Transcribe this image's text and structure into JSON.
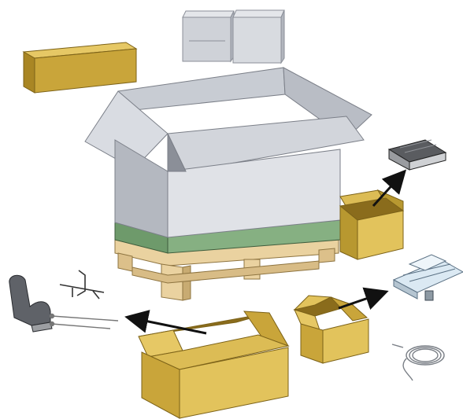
{
  "diagram": {
    "labels": [],
    "parts": [
      {
        "name": "small-grey-boxes-pair"
      },
      {
        "name": "loose-box-lid"
      },
      {
        "name": "large-open-grey-crate"
      },
      {
        "name": "green-pallet-skid"
      },
      {
        "name": "wooden-pallet"
      },
      {
        "name": "small-open-box-right"
      },
      {
        "name": "dark-device-module"
      },
      {
        "name": "wire-shelf-tray"
      },
      {
        "name": "small-open-box-front"
      },
      {
        "name": "coiled-cable"
      },
      {
        "name": "large-open-box-front"
      },
      {
        "name": "seat-armrest-part"
      },
      {
        "name": "mounting-bracket"
      },
      {
        "name": "rods"
      }
    ],
    "arrows": [
      {
        "from": "small-open-box-right",
        "to": "dark-device-module"
      },
      {
        "from": "small-open-box-front",
        "to": "wire-shelf-tray"
      },
      {
        "from": "large-open-box-front",
        "to": "seat-armrest-part"
      }
    ],
    "colors": {
      "cardboard_light": "#e2c35c",
      "cardboard_mid": "#c9a53a",
      "cardboard_dark": "#9c7c22",
      "crate_light": "#d6d9df",
      "crate_mid": "#bfc3cc",
      "crate_dark": "#8b8f98",
      "skid_green": "#7fa77a",
      "wood_light": "#ead2a0",
      "wood_dark": "#c8ab72",
      "arrow": "#111111"
    }
  }
}
